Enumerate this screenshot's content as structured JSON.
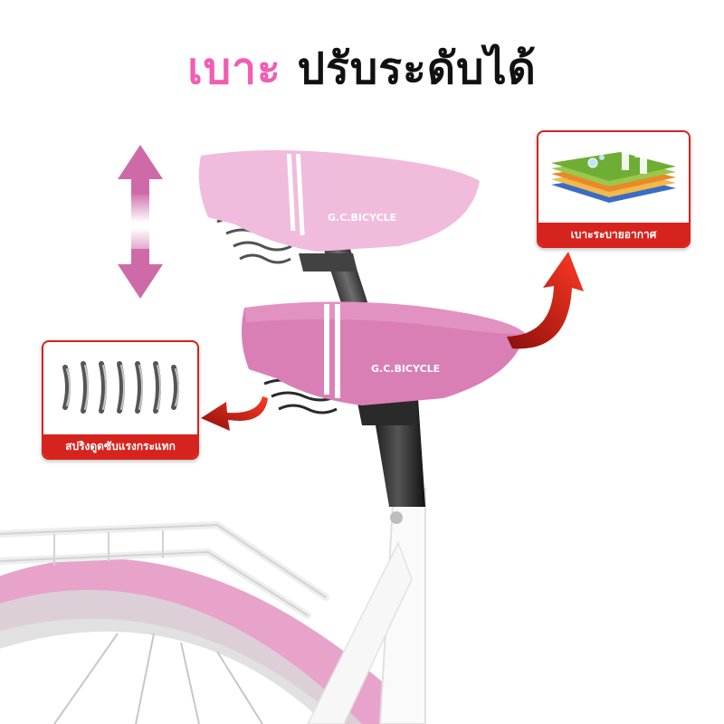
{
  "title": {
    "accent": "เบาะ",
    "rest": "ปรับระดับได้"
  },
  "saddle_brand": "G.C.BICYCLE",
  "callouts": {
    "breathable": {
      "label": "เบาะระบายอากาศ",
      "icon": "layered-fabric-icon"
    },
    "spring": {
      "label": "สปริงดูดซับแรงกระแทก",
      "icon": "coil-spring-icon"
    }
  },
  "colors": {
    "accent_pink": "#f25db3",
    "saddle_light": "#eeb0d6",
    "saddle_dark": "#d97fb6",
    "arrow_red": "#d7231d",
    "adjust_arrow": "#cf6aa9"
  }
}
